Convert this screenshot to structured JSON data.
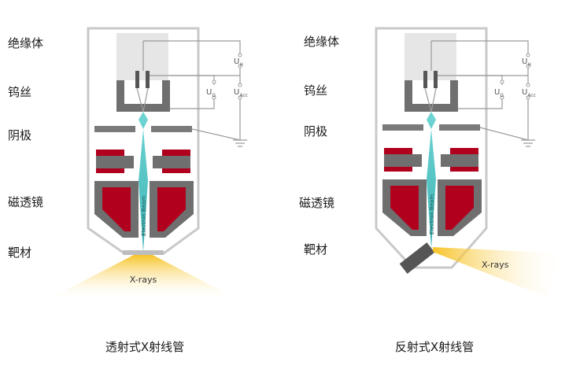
{
  "left": {
    "labels": {
      "insulator": "绝缘体",
      "filament": "钨丝",
      "cathode": "阴极",
      "lens": "磁透镜",
      "target": "靶材"
    },
    "caption": "透射式X射线管",
    "beam": "Electron Beam",
    "xrays": "X-rays",
    "voltages": {
      "uh": "U",
      "uh_sub": "H",
      "ug": "U",
      "ug_sub": "G",
      "uacc": "U",
      "uacc_sub": "Acc"
    }
  },
  "right": {
    "labels": {
      "insulator": "绝缘体",
      "filament": "钨丝",
      "cathode": "阴极",
      "lens": "磁透镜",
      "target": "靶材"
    },
    "caption": "反射式X射线管",
    "beam": "Electron Beam",
    "xrays": "X-rays",
    "voltages": {
      "uh": "U",
      "uh_sub": "H",
      "ug": "U",
      "ug_sub": "G",
      "uacc": "U",
      "uacc_sub": "Acc"
    }
  },
  "colors": {
    "housing": "#c9c9c9",
    "dark_gray": "#6f6f6f",
    "red": "#b0001e",
    "beam": "#52c4c4",
    "xray": "#f7c948"
  }
}
